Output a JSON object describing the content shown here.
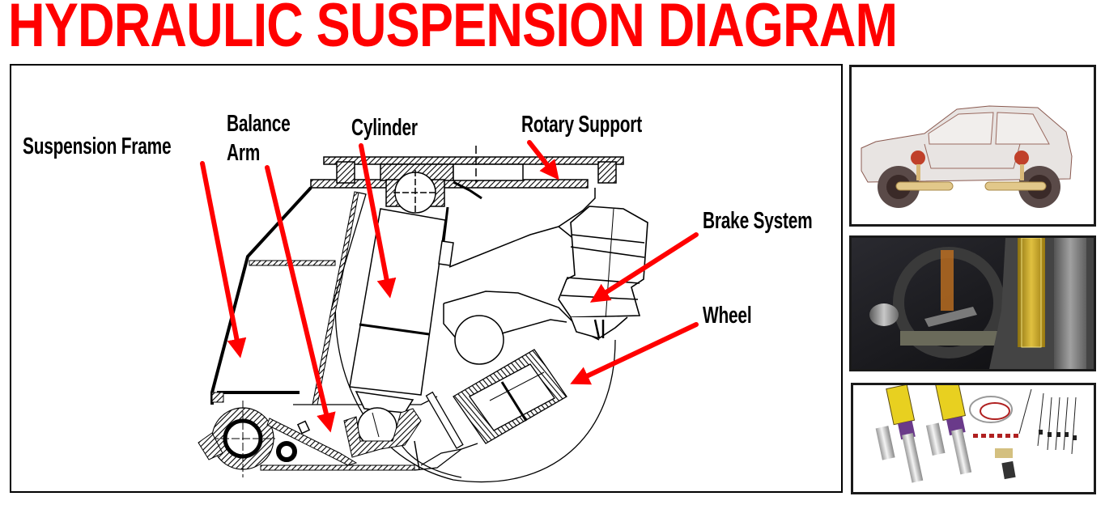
{
  "page": {
    "title": "HYDRAULIC SUSPENSION DIAGRAM",
    "accent_color": "#ff0000",
    "line_color": "#000000"
  },
  "diagram": {
    "labels": [
      {
        "id": "suspension-frame",
        "text": "Suspension Frame"
      },
      {
        "id": "balance-arm-line1",
        "text": "Balance"
      },
      {
        "id": "balance-arm-line2",
        "text": "Arm"
      },
      {
        "id": "cylinder",
        "text": "Cylinder"
      },
      {
        "id": "rotary-support",
        "text": "Rotary Support"
      },
      {
        "id": "brake-system",
        "text": "Brake System"
      },
      {
        "id": "wheel",
        "text": "Wheel"
      }
    ],
    "arrows": [
      "suspension-frame",
      "balance-arm",
      "cylinder",
      "rotary-support",
      "brake-system",
      "wheel"
    ]
  },
  "thumbnails": [
    {
      "id": "car-hydrolastic-illustration",
      "description": "Side view of car with hydraulic suspension units"
    },
    {
      "id": "suspension-strut-render",
      "description": "Rendered suspension strut with hydraulic cylinder"
    },
    {
      "id": "coilover-kit-photo",
      "description": "Coilover shock kit with yellow springs and wiring"
    }
  ]
}
